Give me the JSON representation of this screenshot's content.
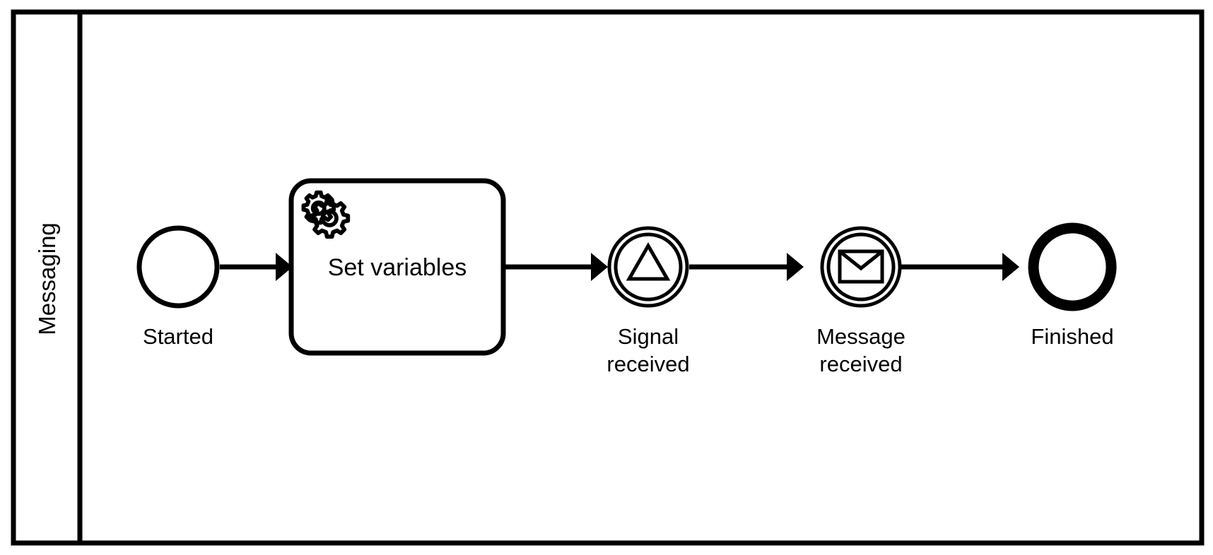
{
  "diagram": {
    "type": "bpmn-process",
    "notation": "BPMN 2.0",
    "pool": {
      "lane_label": "Messaging"
    },
    "nodes": [
      {
        "id": "start",
        "kind": "start-event",
        "icon": "start-event-circle",
        "label": "Started",
        "label_lines": [
          "Started"
        ]
      },
      {
        "id": "set-variables",
        "kind": "service-task",
        "icon": "gear-icon",
        "label": "Set variables",
        "label_lines": [
          "Set variables"
        ]
      },
      {
        "id": "signal-received",
        "kind": "intermediate-catch-event-signal",
        "icon": "signal-triangle-icon",
        "label": "Signal received",
        "label_lines": [
          "Signal",
          "received"
        ]
      },
      {
        "id": "message-received",
        "kind": "intermediate-catch-event-message",
        "icon": "envelope-icon",
        "label": "Message received",
        "label_lines": [
          "Message",
          "received"
        ]
      },
      {
        "id": "end",
        "kind": "end-event",
        "icon": "end-event-circle",
        "label": "Finished",
        "label_lines": [
          "Finished"
        ]
      }
    ],
    "flows": [
      {
        "id": "flow-1",
        "from": "start",
        "to": "set-variables"
      },
      {
        "id": "flow-2",
        "from": "set-variables",
        "to": "signal-received"
      },
      {
        "id": "flow-3",
        "from": "signal-received",
        "to": "message-received"
      },
      {
        "id": "flow-4",
        "from": "message-received",
        "to": "end"
      }
    ],
    "colors": {
      "stroke": "#000000",
      "fill": "#ffffff",
      "background": "#ffffff"
    }
  }
}
